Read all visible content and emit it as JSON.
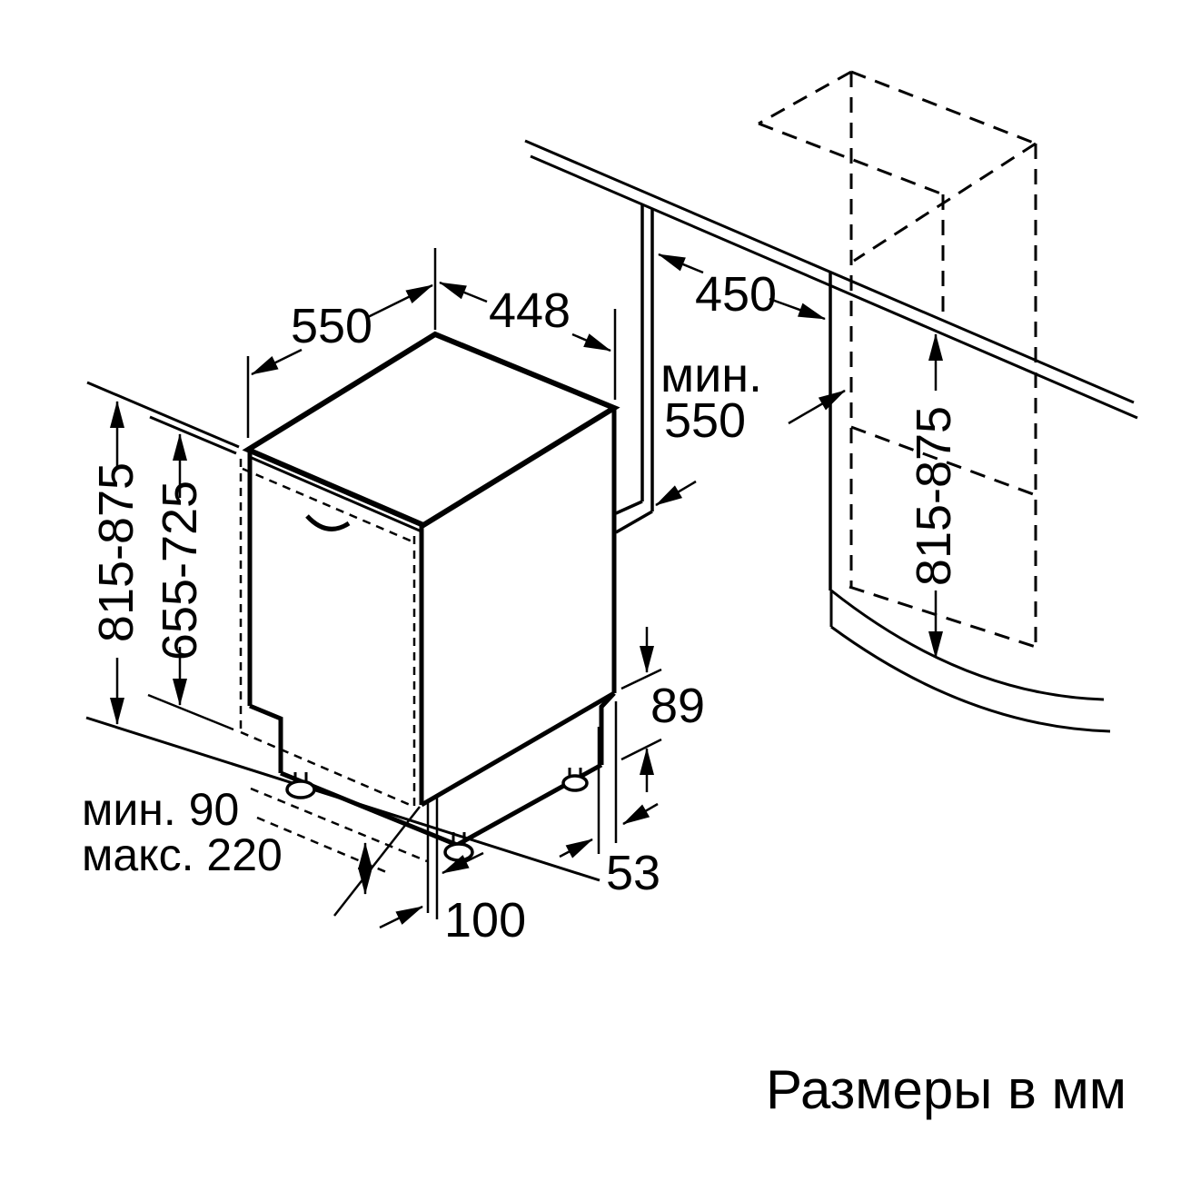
{
  "caption": "Размеры в мм",
  "dims": {
    "top_depth": "550",
    "top_width": "448",
    "niche_width": "450",
    "niche_depth_min_line1": "мин.",
    "niche_depth_min_line2": "550",
    "right_height": "815-875",
    "left_height": "815-875",
    "door_height": "655-725",
    "rear_plinth_height": "89",
    "side_offset": "53",
    "plinth_recess": "100",
    "plinth_min": "мин. 90",
    "plinth_max": "макс. 220"
  }
}
